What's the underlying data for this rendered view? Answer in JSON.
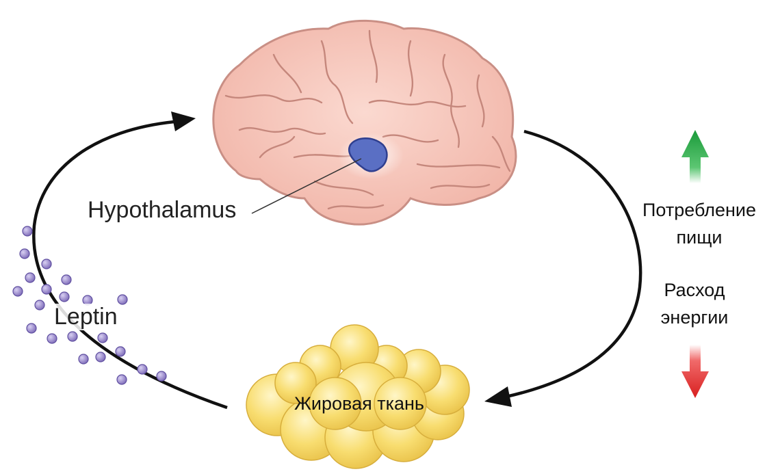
{
  "labels": {
    "hypothalamus": "Hypothalamus",
    "leptin": "Leptin",
    "adipose_tissue": "Жировая ткань",
    "food_intake_line1": "Потребление",
    "food_intake_line2": "пищи",
    "energy_expenditure_line1": "Расход",
    "energy_expenditure_line2": "энергии"
  },
  "icons": {
    "up_arrow": "up-arrow-icon",
    "down_arrow": "down-arrow-icon",
    "brain": "brain-icon",
    "fat_cluster": "fat-cells-icon",
    "leptin_molecule": "leptin-molecule-icon"
  },
  "colors": {
    "brain_fill": "#f5c3b8",
    "brain_stroke": "#c98f85",
    "hypothalamus_fill": "#5a6fc4",
    "fat_fill": "#f7d86a",
    "leptin_fill": "#8f7fc2",
    "up_arrow": "#1f9e3e",
    "down_arrow": "#dd2222",
    "cycle_arrow": "#111111"
  }
}
